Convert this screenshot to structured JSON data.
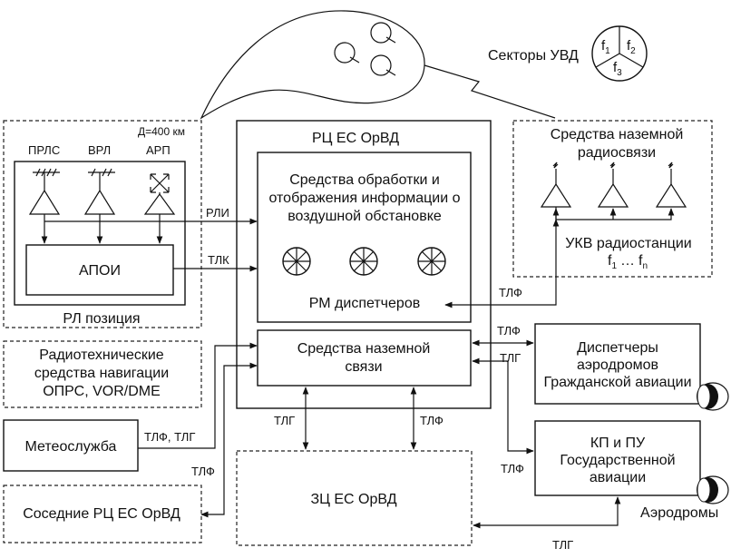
{
  "sectors": {
    "title": "Секторы УВД",
    "f1": "f",
    "f1_sub": "1",
    "f2": "f",
    "f2_sub": "2",
    "f3": "f",
    "f3_sub": "3"
  },
  "rl_position": {
    "range": "Д=400 км",
    "radars": [
      "ПРЛС",
      "ВРЛ",
      "АРП"
    ],
    "apoi": "АПОИ",
    "label": "РЛ позиция"
  },
  "rc_center": {
    "title": "РЦ ЕС ОрВД",
    "processing_lines": [
      "Средства обработки и",
      "отображения информации о",
      "воздушной обстановке"
    ],
    "workstations": "РМ диспетчеров",
    "ground_comm_lines": [
      "Средства наземной",
      "связи"
    ]
  },
  "radio": {
    "title_lines": [
      "Средства наземной",
      "радиосвязи"
    ],
    "vhf_label": "УКВ радиостанции",
    "freq": "f",
    "freq_sub1": "1",
    "freq_dots": "…",
    "freq_subn": "n"
  },
  "navaids": {
    "lines": [
      "Радиотехнические",
      "средства навигации",
      "ОПРС, VOR/DME"
    ]
  },
  "meteo": {
    "label": "Метеослужба"
  },
  "neighbors": {
    "label": "Соседние РЦ  ЕС ОрВД"
  },
  "zc": {
    "label": "ЗЦ ЕС ОрВД"
  },
  "civil": {
    "lines": [
      "Диспетчеры",
      "аэродромов",
      "Гражданской авиации"
    ]
  },
  "state": {
    "lines": [
      "КП и ПУ",
      "Государственной",
      "авиации"
    ]
  },
  "aerodromes": "Аэродромы",
  "links": {
    "rli": "РЛИ",
    "tlk": "ТЛК",
    "tlf": "ТЛФ",
    "tlg": "ТЛГ",
    "tlf_tlg": "ТЛФ, ТЛГ"
  }
}
